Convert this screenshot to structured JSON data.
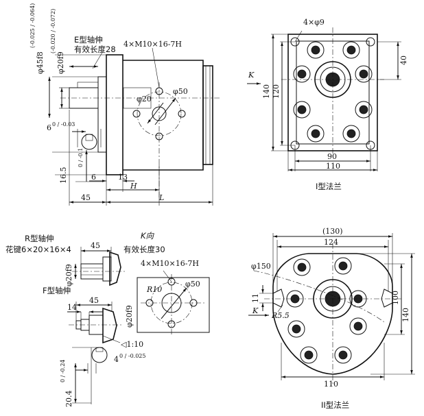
{
  "view_e": {
    "shaft_title": "E型轴伸",
    "effective_length": "有效长度28",
    "tap_holes": "4×M10×16-7H",
    "dia_45": "φ45f8",
    "tol_45": "(-0.025 / -0.064)",
    "dia_20": "φ20f9",
    "tol_20": "(-0.020 / -0.072)",
    "dia_20_circle": "φ20",
    "dia_50_circle": "φ50",
    "key_6": "6",
    "key_6_tol": "0 / -0.03",
    "dim_16_5": "16.5",
    "dim_16_5_tol": "0 / -0.1",
    "dim_6": "6",
    "dim_13": "13",
    "dim_H": "H",
    "dim_45": "45",
    "dim_L": "L"
  },
  "flange_1": {
    "holes": "4×φ9",
    "k_label": "K",
    "dim_40": "40",
    "dim_140": "140",
    "dim_120": "120",
    "dim_90": "90",
    "dim_110": "110",
    "caption": "I型法兰"
  },
  "view_r": {
    "shaft_title": "R型轴伸",
    "spline": "花键6×20×16×4",
    "dim_45": "45",
    "dia_20": "φ20f9",
    "k_view": "K向",
    "effective_length": "有效长度30",
    "tap_holes": "4×M10×16-7H",
    "r10": "R10",
    "dia_50": "φ50",
    "dia_20b": "φ20f9",
    "f_title": "F型轴伸",
    "dim_45b": "45",
    "dim_14": "14",
    "taper": "◁1:10",
    "dim_4": "4",
    "dim_4_tol": "0 / -0.025",
    "dim_20_4": "20.4",
    "dim_20_4_tol": "0 / -0.24"
  },
  "flange_2": {
    "dim_130": "(130)",
    "dim_124": "124",
    "dia_150": "φ150",
    "k_label": "K",
    "r5_5": "R5.5",
    "dim_11": "11",
    "dim_100": "100",
    "dim_140": "140",
    "dim_110": "110",
    "caption": "II型法兰"
  }
}
